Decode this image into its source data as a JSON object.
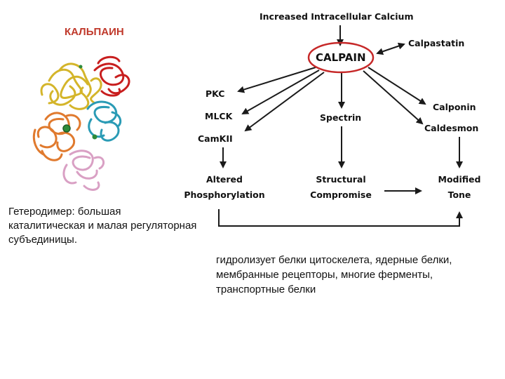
{
  "title": "КАЛЬПАИН",
  "caption_left": "Гетеродимер: большая каталитическая и малая регуляторная субъединицы.",
  "caption_right": "гидролизует белки цитоскелета, ядерные белки, мембранные рецепторы, многие ферменты, транспортные белки",
  "diagram": {
    "top_label": "Increased Intracellular Calcium",
    "center": "CALPAIN",
    "calpastatin": "Calpastatin",
    "pkc": "PKC",
    "mlck": "MLCK",
    "camkii": "CamKII",
    "spectrin": "Spectrin",
    "calponin": "Calponin",
    "caldesmon": "Caldesmon",
    "altered_1": "Altered",
    "altered_2": "Phosphorylation",
    "structural_1": "Structural",
    "structural_2": "Compromise",
    "modified_1": "Modified",
    "modified_2": "Tone"
  },
  "colors": {
    "title": "#c0392b",
    "ellipse": "#c62828",
    "arrow": "#1a1a1a",
    "protein_yellow": "#d4b52a",
    "protein_red": "#c81e1e",
    "protein_teal": "#2a9bb5",
    "protein_orange": "#e07a2e",
    "protein_pink": "#d9a0c4",
    "protein_green": "#2e8b3a"
  }
}
